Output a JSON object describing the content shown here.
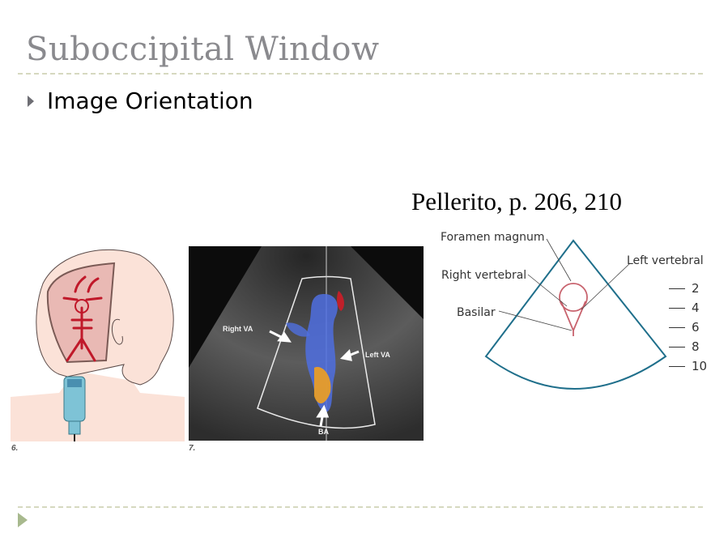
{
  "slide": {
    "title": "Suboccipital Window",
    "bullets": [
      {
        "text": "Image Orientation"
      }
    ],
    "citation": "Pellerito, p. 206, 210",
    "colors": {
      "title": "#8a8a8e",
      "rule": "#d6d9c0",
      "footer_triangle": "#a8b98e",
      "bullet_triangle": "#6e6e74",
      "sector_outline": "#1f6f8b",
      "vessel": "#c8636e"
    }
  },
  "figures": {
    "fig6": {
      "label": "6.",
      "description": "Illustration of head with transducer at suboccipital window showing circle of Willis"
    },
    "fig7": {
      "label": "7.",
      "annotations": {
        "right_va": "Right VA",
        "left_va": "Left VA",
        "ba": "BA"
      }
    },
    "diagram": {
      "labels": {
        "foramen_magnum": "Foramen magnum",
        "right_vertebral": "Right vertebral",
        "left_vertebral": "Left vertebral",
        "basilar": "Basilar"
      },
      "depth_scale": [
        "2",
        "4",
        "6",
        "8",
        "10"
      ]
    }
  }
}
